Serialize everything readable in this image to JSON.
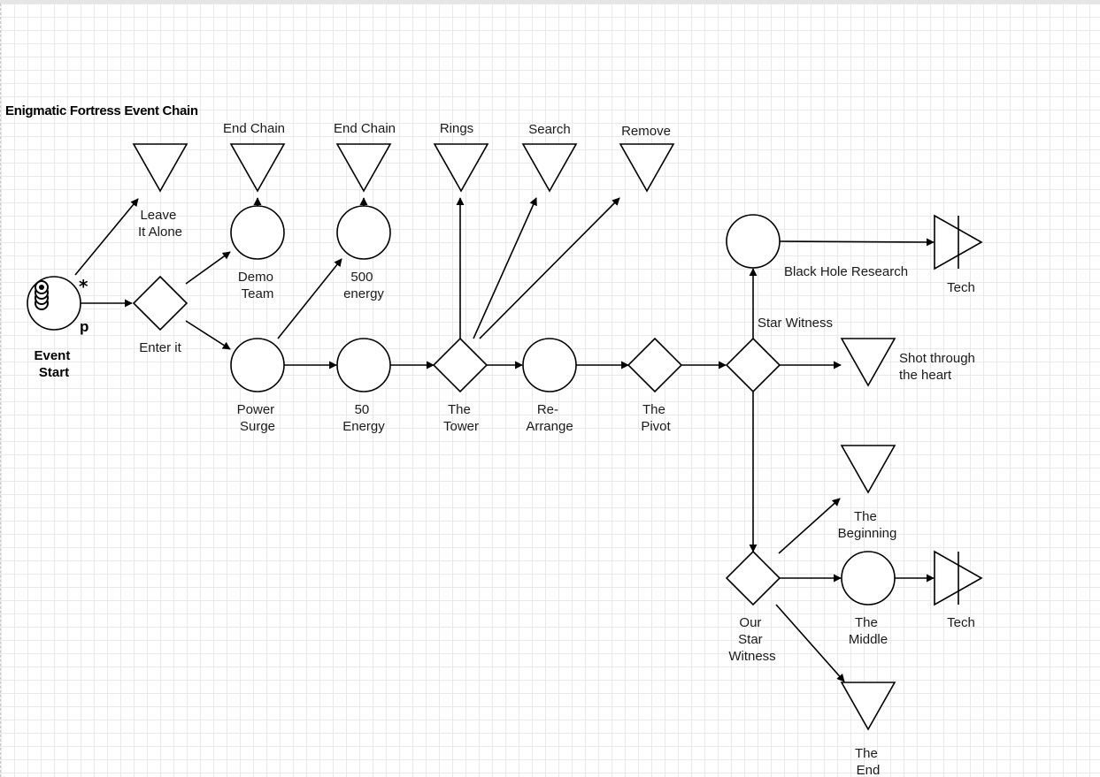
{
  "title": "Enigmatic Fortress Event Chain",
  "nodes": {
    "event_start": {
      "label": [
        "Event",
        "Start"
      ],
      "symbol": "*",
      "pool_label": "p"
    },
    "leave_it_alone": {
      "label": [
        "Leave",
        "It Alone"
      ]
    },
    "enter_it": {
      "label": [
        "Enter it"
      ]
    },
    "demo_team": {
      "label": [
        "Demo",
        "Team"
      ]
    },
    "end_chain_1": {
      "label": [
        "End Chain"
      ]
    },
    "power_surge": {
      "label": [
        "Power",
        "Surge"
      ]
    },
    "energy_500": {
      "label": [
        "500",
        "energy"
      ]
    },
    "end_chain_2": {
      "label": [
        "End Chain"
      ]
    },
    "energy_50": {
      "label": [
        "50",
        "Energy"
      ]
    },
    "the_tower": {
      "label": [
        "The",
        "Tower"
      ]
    },
    "rings": {
      "label": [
        "Rings"
      ]
    },
    "search": {
      "label": [
        "Search"
      ]
    },
    "remove": {
      "label": [
        "Remove"
      ]
    },
    "re_arrange": {
      "label": [
        "Re-",
        "Arrange"
      ]
    },
    "the_pivot": {
      "label": [
        "The",
        "Pivot"
      ]
    },
    "star_witness_gate": {
      "label": [
        "Star Witness"
      ]
    },
    "black_hole_research": {
      "label": [
        "Black Hole Research"
      ]
    },
    "tech_1": {
      "label": [
        "Tech"
      ]
    },
    "shot_through_heart": {
      "label": [
        "Shot through",
        "the heart"
      ]
    },
    "our_star_witness": {
      "label": [
        "Our",
        "Star",
        "Witness"
      ]
    },
    "the_beginning": {
      "label": [
        "The",
        "Beginning"
      ]
    },
    "the_middle": {
      "label": [
        "The",
        "Middle"
      ]
    },
    "tech_2": {
      "label": [
        "Tech"
      ]
    },
    "the_end": {
      "label": [
        "The",
        "End"
      ]
    }
  }
}
